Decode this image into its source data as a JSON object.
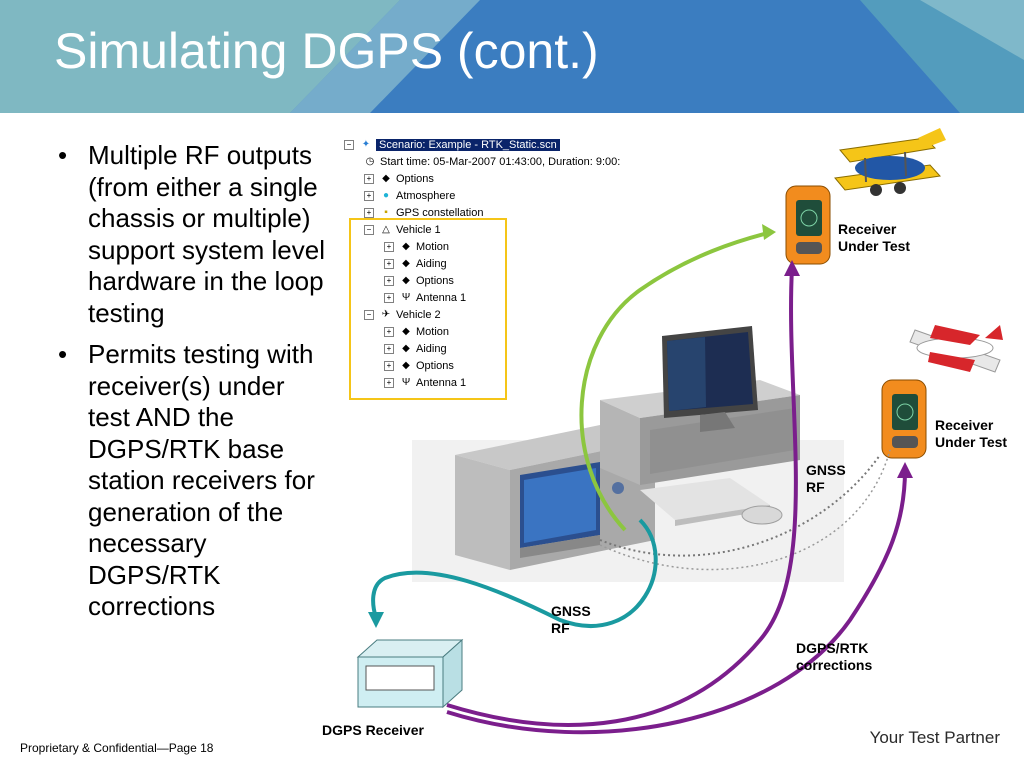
{
  "title": "Simulating DGPS (cont.)",
  "bullets": [
    "Multiple RF outputs (from either a single chassis or multiple) support system level hardware in the loop testing",
    "Permits testing with receiver(s) under test AND the DGPS/RTK base station receivers for generation of the necessary DGPS/RTK corrections"
  ],
  "tree": {
    "scenario": "Scenario: Example - RTK_Static.scn",
    "start_time": "Start time: 05-Mar-2007 01:43:00, Duration: 9:00:",
    "options": "Options",
    "atmosphere": "Atmosphere",
    "gps_constellation": "GPS constellation",
    "vehicle1": "Vehicle 1",
    "vehicle2": "Vehicle 2",
    "motion": "Motion",
    "aiding": "Aiding",
    "antenna": "Antenna 1"
  },
  "labels": {
    "receiver_line1": "Receiver",
    "receiver_line2": "Under Test",
    "gnss": "GNSS",
    "rf": "RF",
    "dgps_rtk": "DGPS/RTK",
    "corrections": "corrections",
    "dgps_receiver": "DGPS Receiver"
  },
  "footer": {
    "left": "Proprietary & Confidential—Page 18",
    "right": "Your Test Partner"
  },
  "colors": {
    "header_dark": "#3f7fbf",
    "header_light": "#7ab8c4",
    "green_cable": "#8cc63f",
    "purple_cable": "#7b1e8c",
    "teal_cable": "#1a9aa0",
    "highlight": "#f5c518"
  }
}
